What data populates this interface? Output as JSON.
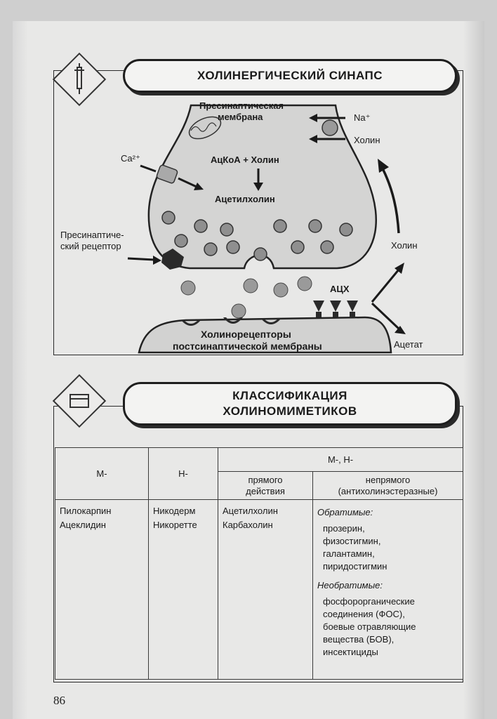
{
  "synapse": {
    "title": "ХОЛИНЕРГИЧЕСКИЙ СИНАПС",
    "presyn_membrane_1": "Пресинаптическая",
    "presyn_membrane_2": "мембрана",
    "na": "Na⁺",
    "choline_top": "Холин",
    "ca": "Ca²⁺",
    "acoa": "АцКоА + Холин",
    "ach": "Ацетилхолин",
    "presyn_receptor_1": "Пресинаптиче-",
    "presyn_receptor_2": "ский рецептор",
    "choline_right": "Холин",
    "ache": "АЦХ",
    "postsyn_1": "Холинорецепторы",
    "postsyn_2": "постсинаптической мембраны",
    "acetate": "Ацетат"
  },
  "classification": {
    "title_1": "КЛАССИФИКАЦИЯ",
    "title_2": "ХОЛИНОМИМЕТИКОВ",
    "headers": {
      "m": "М-",
      "n": "Н-",
      "mn": "М-, Н-",
      "direct_1": "прямого",
      "direct_2": "действия",
      "indirect_1": "непрямого",
      "indirect_2": "(антихолинэстеразные)"
    },
    "m_drugs": [
      "Пилокарпин",
      "Ацеклидин"
    ],
    "n_drugs": [
      "Никодерм",
      "Никоретте"
    ],
    "direct_drugs": [
      "Ацетилхолин",
      "Карбахолин"
    ],
    "reversible_label": "Обратимые:",
    "reversible": [
      "прозерин,",
      "физостигмин,",
      "галантамин,",
      "пиридостигмин"
    ],
    "irreversible_label": "Необратимые:",
    "irreversible": [
      "фосфорорганические",
      "соединения (ФОС),",
      "боевые отравляющие",
      "вещества (БОВ),",
      "инсектициды"
    ]
  },
  "page_number": "86"
}
